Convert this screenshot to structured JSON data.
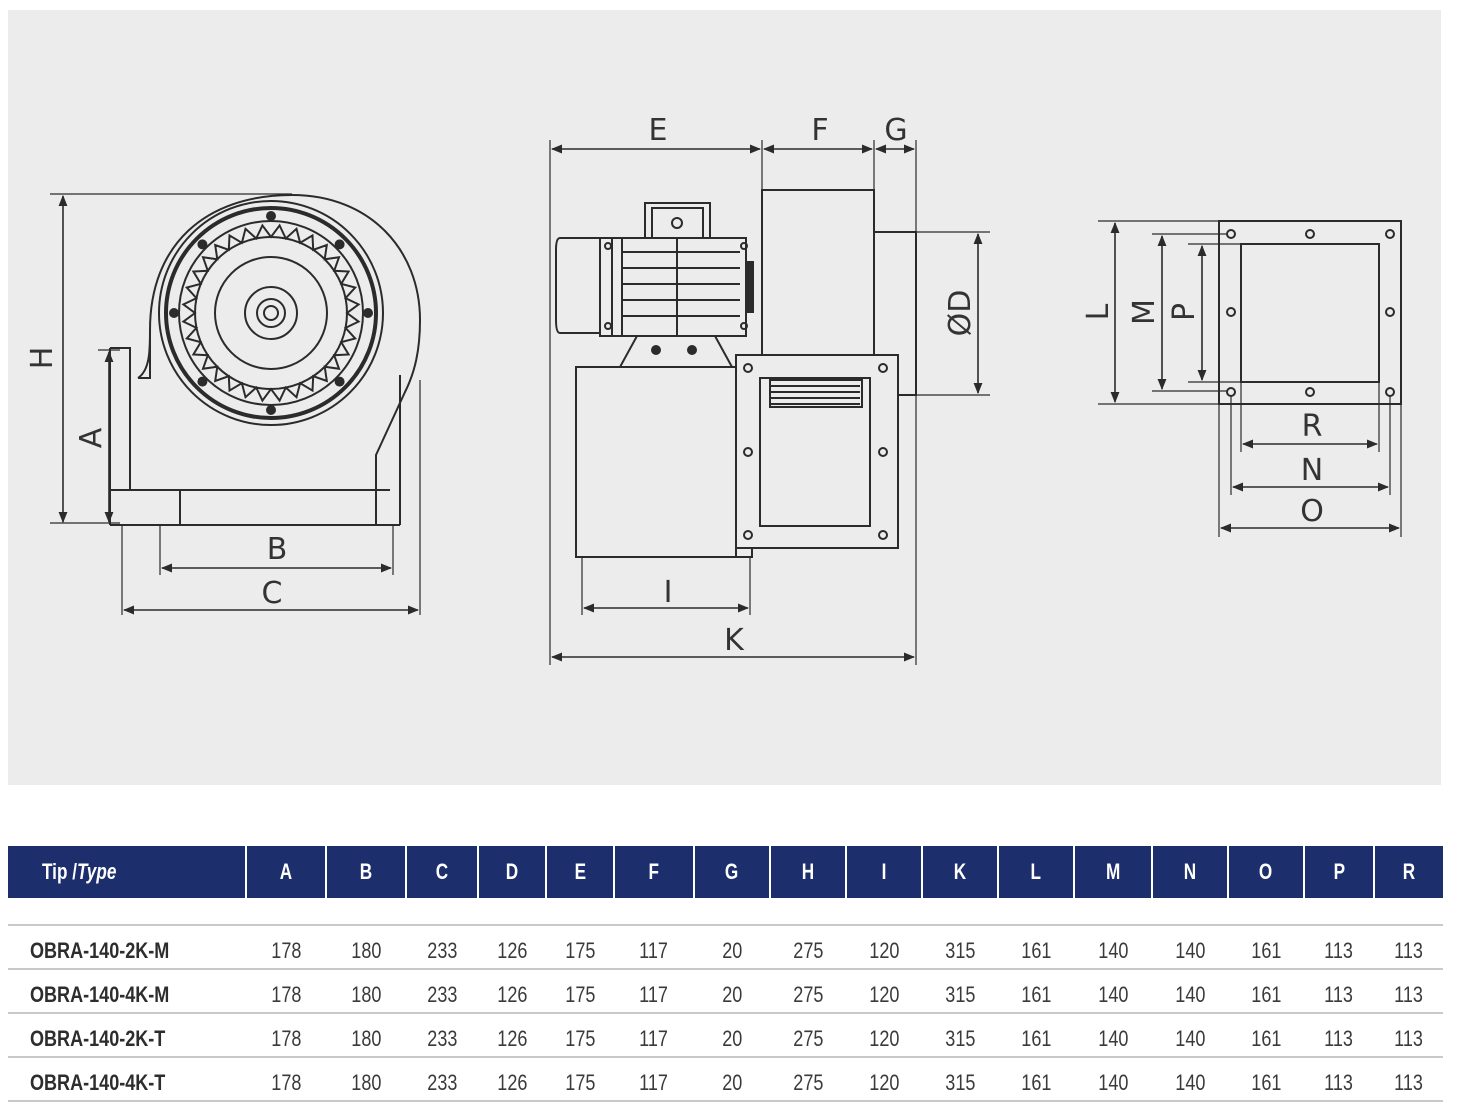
{
  "drawing": {
    "labels": {
      "H": "H",
      "A": "A",
      "B": "B",
      "C": "C",
      "E": "E",
      "F": "F",
      "G": "G",
      "D": "ØD",
      "I": "I",
      "K": "K",
      "L": "L",
      "M": "M",
      "P": "P",
      "R": "R",
      "N": "N",
      "O": "O"
    }
  },
  "table": {
    "type_header": "Tip /",
    "type_header_en": "Type",
    "columns": [
      "A",
      "B",
      "C",
      "D",
      "E",
      "F",
      "G",
      "H",
      "I",
      "K",
      "L",
      "M",
      "N",
      "O",
      "P",
      "R"
    ],
    "rows": [
      {
        "type": "OBRA-140-2K-M",
        "values": [
          "178",
          "180",
          "233",
          "126",
          "175",
          "117",
          "20",
          "275",
          "120",
          "315",
          "161",
          "140",
          "140",
          "161",
          "113",
          "113"
        ]
      },
      {
        "type": "OBRA-140-4K-M",
        "values": [
          "178",
          "180",
          "233",
          "126",
          "175",
          "117",
          "20",
          "275",
          "120",
          "315",
          "161",
          "140",
          "140",
          "161",
          "113",
          "113"
        ]
      },
      {
        "type": "OBRA-140-2K-T",
        "values": [
          "178",
          "180",
          "233",
          "126",
          "175",
          "117",
          "20",
          "275",
          "120",
          "315",
          "161",
          "140",
          "140",
          "161",
          "113",
          "113"
        ]
      },
      {
        "type": "OBRA-140-4K-T",
        "values": [
          "178",
          "180",
          "233",
          "126",
          "175",
          "117",
          "20",
          "275",
          "120",
          "315",
          "161",
          "140",
          "140",
          "161",
          "113",
          "113"
        ]
      }
    ]
  },
  "colors": {
    "header_bg": "#1c2e6b",
    "panel_bg": "#ececed",
    "line": "#2b2b2b"
  }
}
